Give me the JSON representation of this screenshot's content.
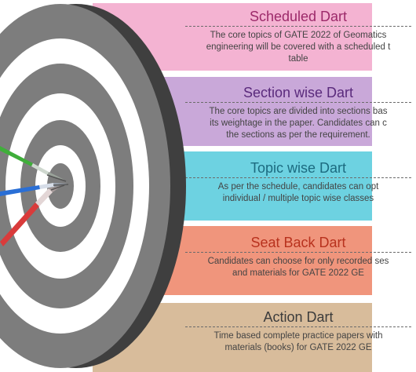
{
  "items": [
    {
      "title": "Scheduled Dart",
      "lines": [
        "The core topics of GATE 2022 of Geomatics",
        "engineering  will be covered with a scheduled t",
        "table"
      ]
    },
    {
      "title": "Section wise Dart",
      "lines": [
        "The core topics are divided into sections bas",
        "its weightage in the paper. Candidates can c",
        "the sections as per the requirement."
      ]
    },
    {
      "title": "Topic wise Dart",
      "lines": [
        "As per the schedule,  candidates can opt",
        "individual  / multiple topic wise classes"
      ]
    },
    {
      "title": "Seat Back Dart",
      "lines": [
        "Candidates can choose for only recorded ses",
        "and materials for GATE 2022 GE"
      ]
    },
    {
      "title": "Action Dart",
      "lines": [
        "Time based complete practice papers with",
        "materials (books) for GATE 2022 GE"
      ]
    }
  ],
  "colors": {
    "band_scheduled": "#f4b3d2",
    "band_section": "#c9a8d9",
    "band_topic": "#6dd2e1",
    "band_seatback": "#f0957c",
    "band_action": "#d8bc9b",
    "target_gray": "#7d7d7d",
    "target_white": "#ffffff",
    "dart_green": "#3fae3a",
    "dart_blue": "#2a6fd6",
    "dart_red": "#d93b3b"
  }
}
